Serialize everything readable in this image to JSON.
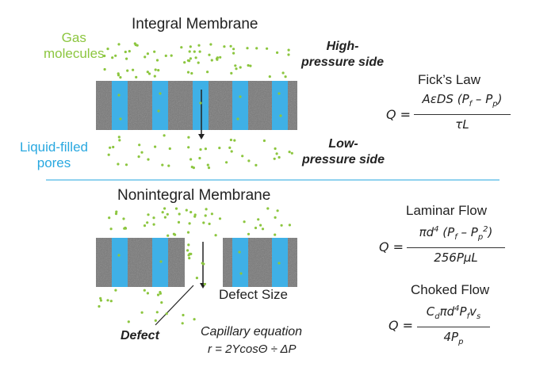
{
  "integral": {
    "title": "Integral Membrane",
    "gas_label": "Gas\nmolecules",
    "high_label": "High-\npressure side",
    "low_label": "Low-\npressure side",
    "pores_label": "Liquid-filled\npores"
  },
  "divider_color": "#29a8e0",
  "nonintegral": {
    "title": "Nonintegral Membrane",
    "defect_label": "Defect",
    "defect_size_title": "Defect Size",
    "capillary_label": "Capillary equation",
    "capillary_eq": "r = 2YcosΘ ÷ ΔP"
  },
  "equations": {
    "ficks": {
      "title": "Fick’s Law",
      "lhs": "Q =",
      "numerator": "AεDS (P",
      "num_sub_f": "f",
      "num_mid": " – P",
      "num_sub_p": "p",
      "num_end": ")",
      "denominator": "τL"
    },
    "laminar": {
      "title": "Laminar Flow",
      "lhs": "Q =",
      "num_a": "πd",
      "num_sup4": "4",
      "num_b": " (P",
      "num_sub_f": "f",
      "num_c": " – P",
      "num_sub_p": "p",
      "num_sup2": "2",
      "num_d": ")",
      "denominator": "256PμL"
    },
    "choked": {
      "title": "Choked Flow",
      "lhs": "Q =",
      "num_a": "C",
      "num_sub_d": "d",
      "num_b": "πd",
      "num_sup4": "4",
      "num_c": "P",
      "num_sub_f": "f",
      "num_d": "v",
      "num_sub_s": "s",
      "den_a": "4P",
      "den_sub_p": "p"
    }
  },
  "colors": {
    "membrane": "#7a7a7a",
    "pore": "#3fb0e6",
    "gas_dot": "#8cc63f",
    "text": "#222222"
  }
}
